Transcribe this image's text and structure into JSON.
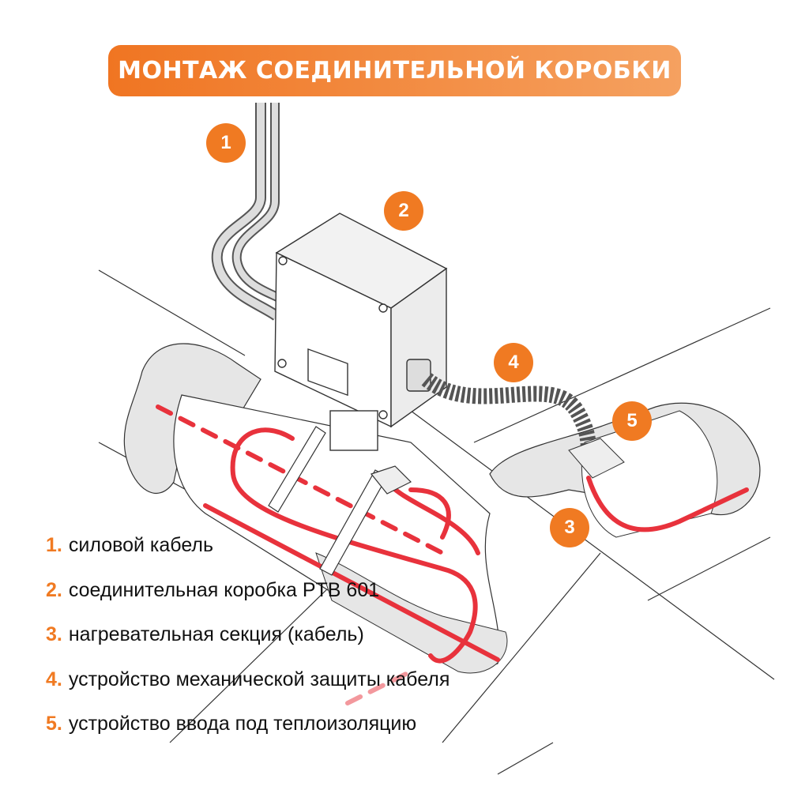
{
  "title": "МОНТАЖ СОЕДИНИТЕЛЬНОЙ КОРОБКИ",
  "badges": [
    "1",
    "2",
    "3",
    "4",
    "5"
  ],
  "legend": [
    {
      "num": "1.",
      "text": "силовой кабель"
    },
    {
      "num": "2.",
      "text": "соединительная коробка PTB 601"
    },
    {
      "num": "3.",
      "text": "нагревательная секция (кабель)"
    },
    {
      "num": "4.",
      "text": "устройство механической защиты кабеля"
    },
    {
      "num": "5.",
      "text": "устройство ввода под теплоизоляцию"
    }
  ],
  "colors": {
    "accent": "#f07a22",
    "heating_cable": "#e8323c",
    "outline": "#333333",
    "insulation": "#e6e6e6"
  }
}
